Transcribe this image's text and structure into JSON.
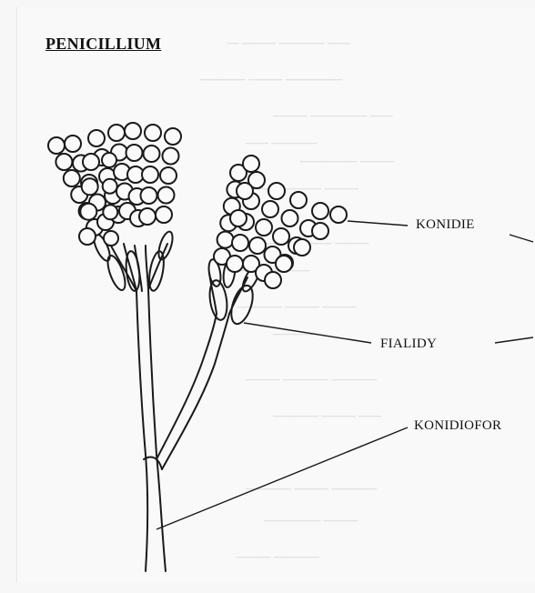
{
  "title": "PENICILLIUM",
  "labels": {
    "konidie": "KONIDIE",
    "fialidy": "FIALIDY",
    "konidiofor": "KONIDIOFOR"
  }
}
